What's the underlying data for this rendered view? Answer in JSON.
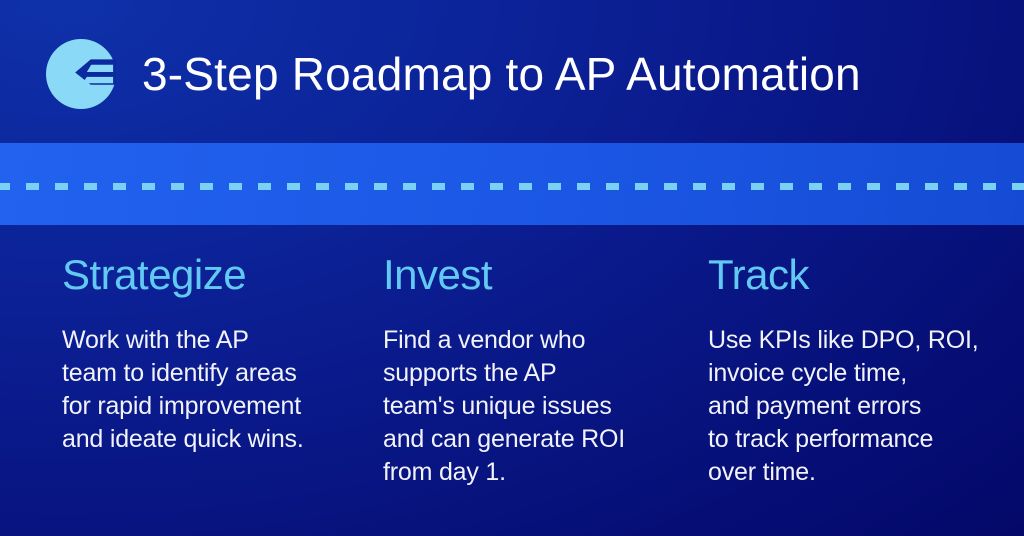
{
  "header": {
    "title": "3-Step Roadmap to AP Automation",
    "logo": "centime-c-logo"
  },
  "steps": [
    {
      "title": "Strategize",
      "body": "Work with the AP\nteam to identify areas\nfor rapid improvement\nand ideate quick wins."
    },
    {
      "title": "Invest",
      "body": "Find a vendor who\nsupports the AP\nteam's unique issues\nand can generate ROI\nfrom day 1."
    },
    {
      "title": "Track",
      "body": "Use KPIs like DPO, ROI,\ninvoice cycle time,\nand payment errors\nto track performance\nover time."
    }
  ],
  "colors": {
    "background_top_left": "#0e31a9",
    "background_bottom_right": "#02055c",
    "stripe_blue": "#1b57e4",
    "dash_light_blue": "#7bd1f5",
    "heading_light_blue": "#62c9f3",
    "logo_light_blue": "#8ad9f7",
    "text_white": "#f1f2fa"
  }
}
